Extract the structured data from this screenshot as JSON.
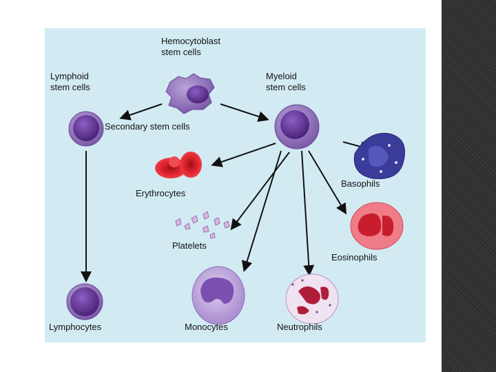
{
  "labels": {
    "hemocytoblast": [
      "Hemocytoblast",
      "stem cells"
    ],
    "lymphoid": [
      "Lymphoid",
      "stem cells"
    ],
    "myeloid": [
      "Myeloid",
      "stem cells"
    ],
    "secondary": "Secondary stem cells",
    "erythrocytes": "Erythrocytes",
    "platelets": "Platelets",
    "basophils": "Basophils",
    "eosinophils": "Eosinophils",
    "lymphocytes": "Lymphocytes",
    "monocytes": "Monocytes",
    "neutrophils": "Neutrophils"
  },
  "colors": {
    "background": "#d2ebf3",
    "stem_cell": "#8a63b8",
    "nucleus": "#5a2f8c",
    "erythrocyte": "#e01e2a",
    "eosinophil": "#e84a5f",
    "basophil": "#2a2a80"
  }
}
